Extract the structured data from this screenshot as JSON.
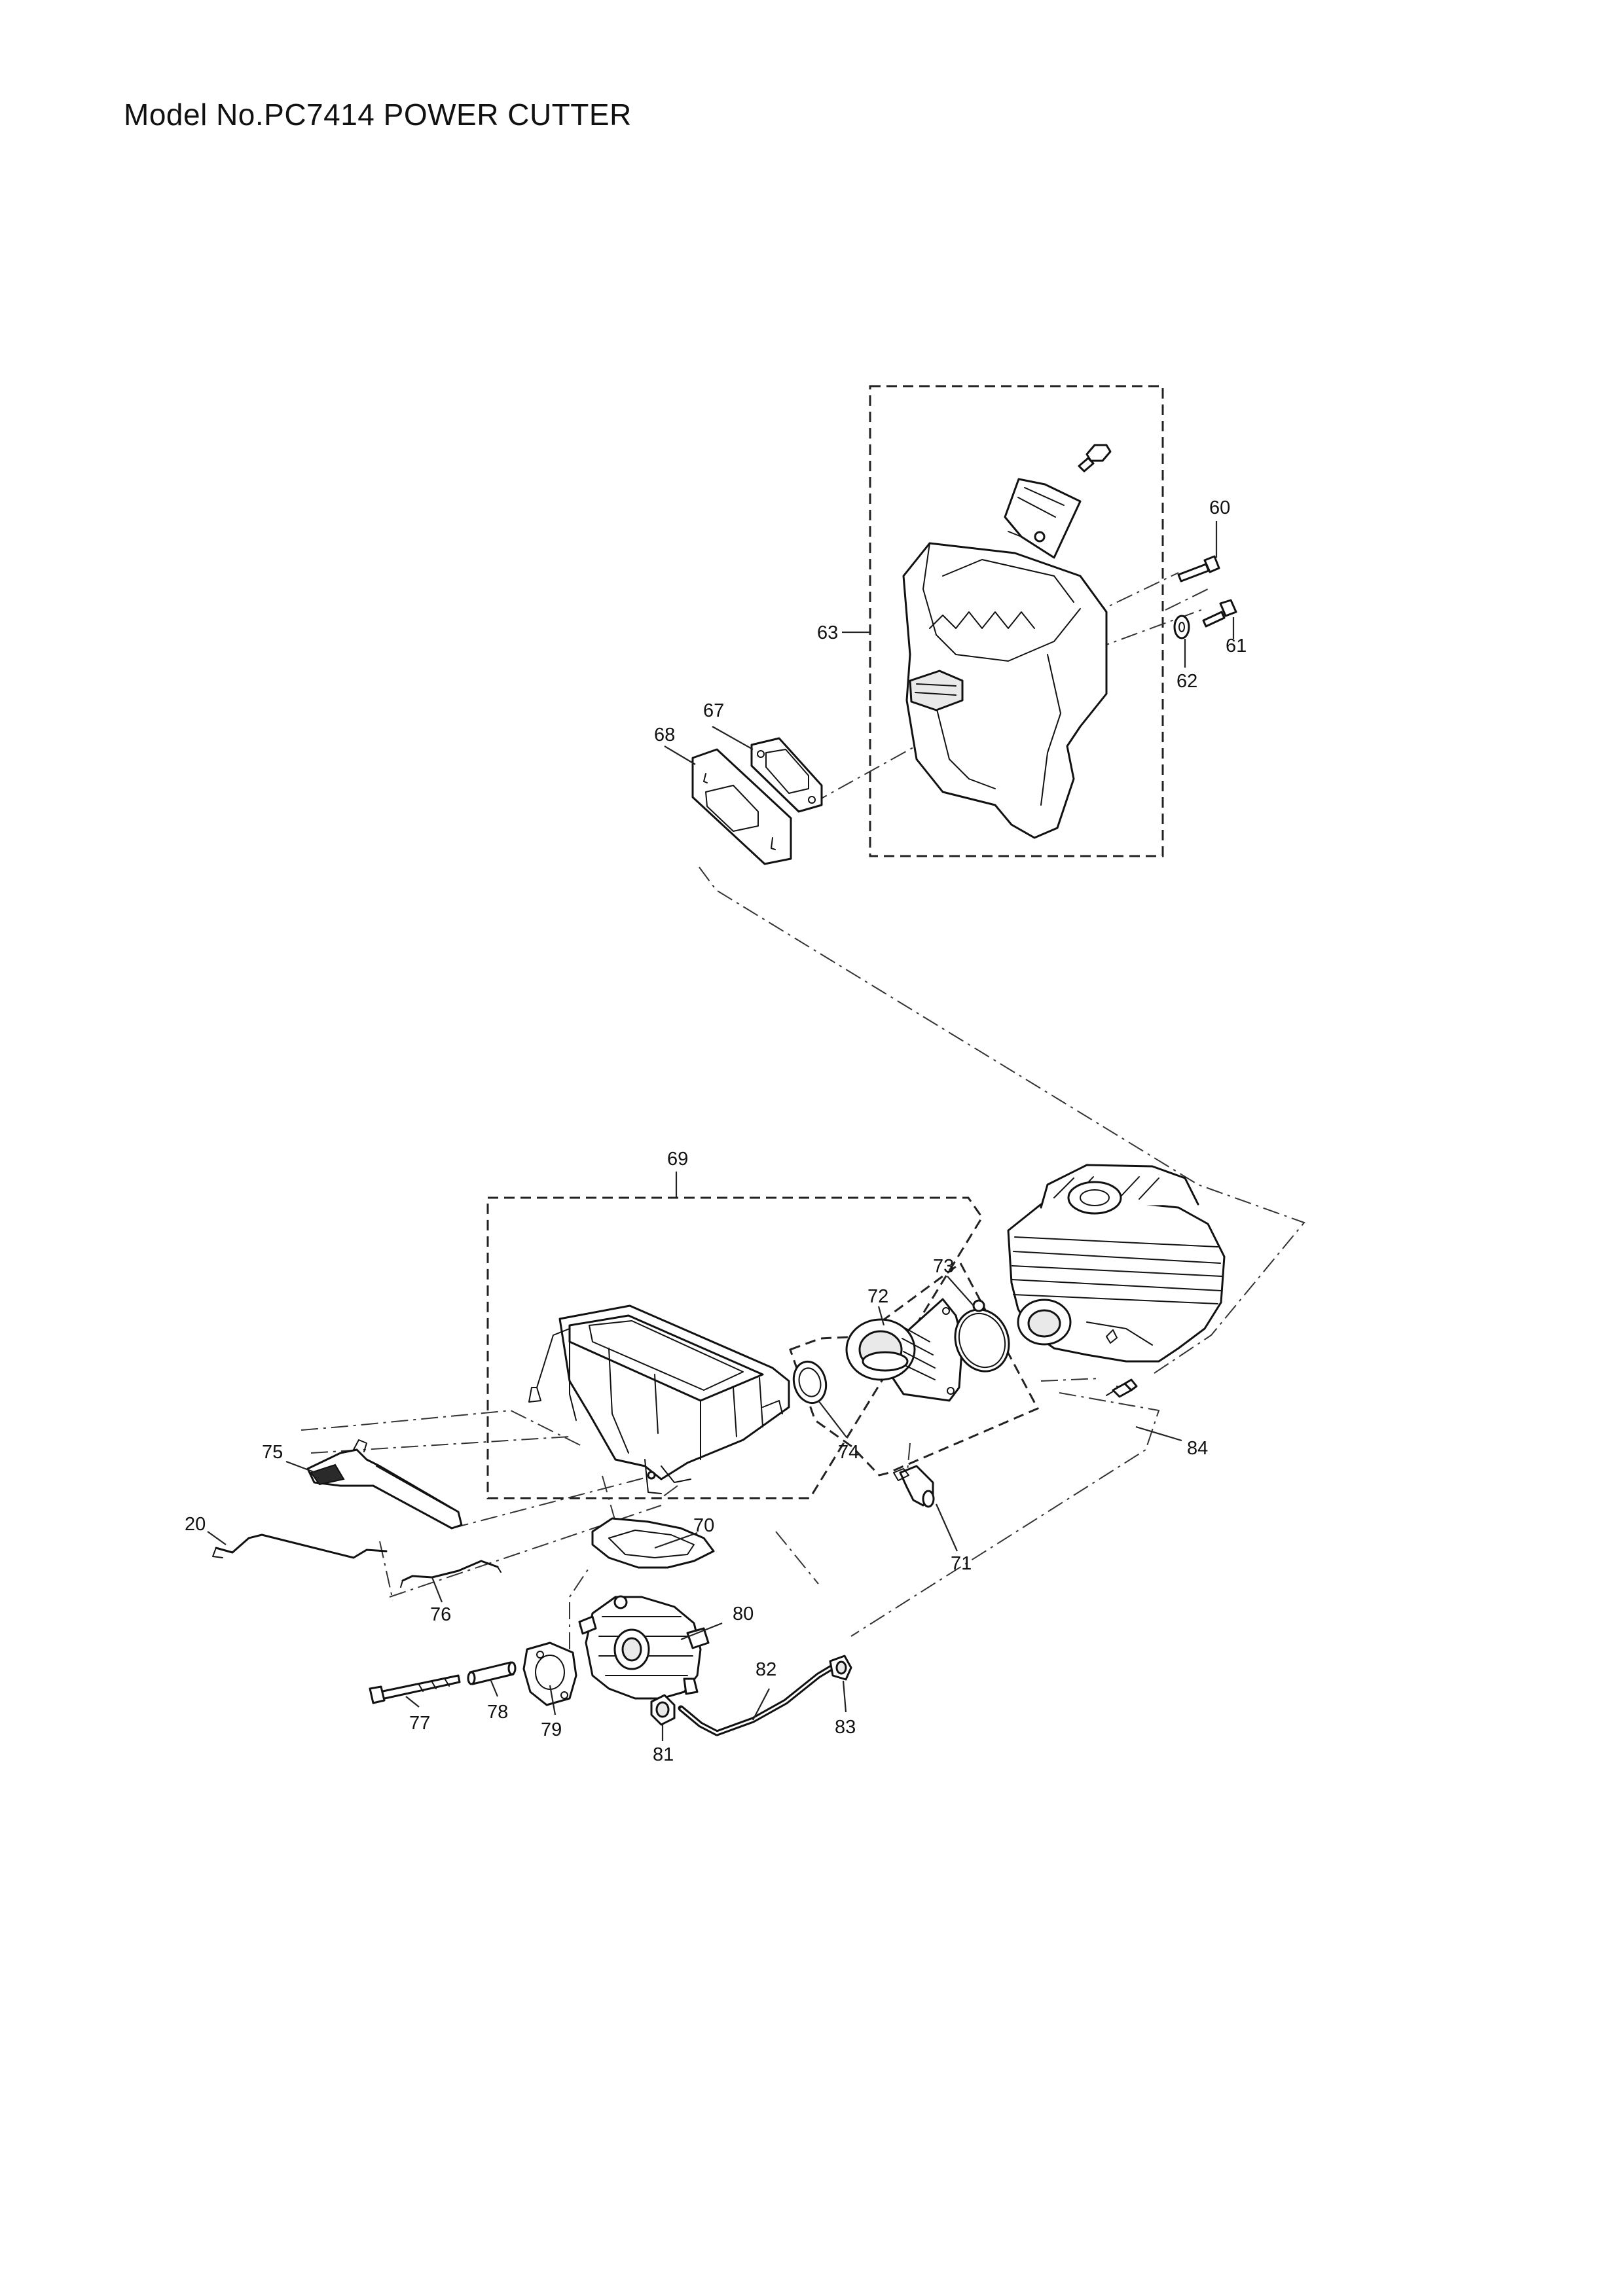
{
  "title": "Model No.PC7414 POWER CUTTER",
  "labels": {
    "p20": "20",
    "p60": "60",
    "p61": "61",
    "p62": "62",
    "p63": "63",
    "p67": "67",
    "p68": "68",
    "p69": "69",
    "p70": "70",
    "p71": "71",
    "p72": "72",
    "p73": "73",
    "p74": "74",
    "p75": "75",
    "p76": "76",
    "p77": "77",
    "p78": "78",
    "p79": "79",
    "p80": "80",
    "p81": "81",
    "p82": "82",
    "p83": "83",
    "p84": "84"
  }
}
